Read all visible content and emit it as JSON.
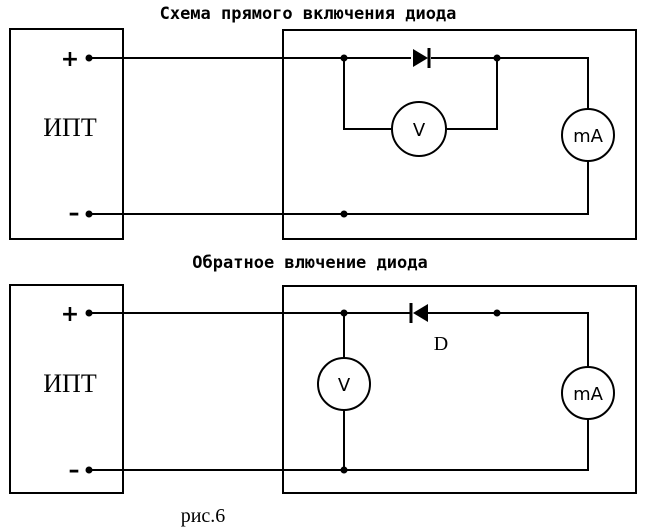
{
  "forward": {
    "title": "Схема прямого включения диода",
    "source_label": "ИПТ",
    "plus_sign": "+",
    "minus_sign": "–",
    "voltmeter_label": "V",
    "ammeter_label": "mA"
  },
  "reverse": {
    "title": "Обратное влючение диода",
    "source_label": "ИПТ",
    "plus_sign": "+",
    "minus_sign": "–",
    "voltmeter_label": "V",
    "ammeter_label": "mA",
    "diode_label": "D"
  },
  "caption": "рис.6"
}
